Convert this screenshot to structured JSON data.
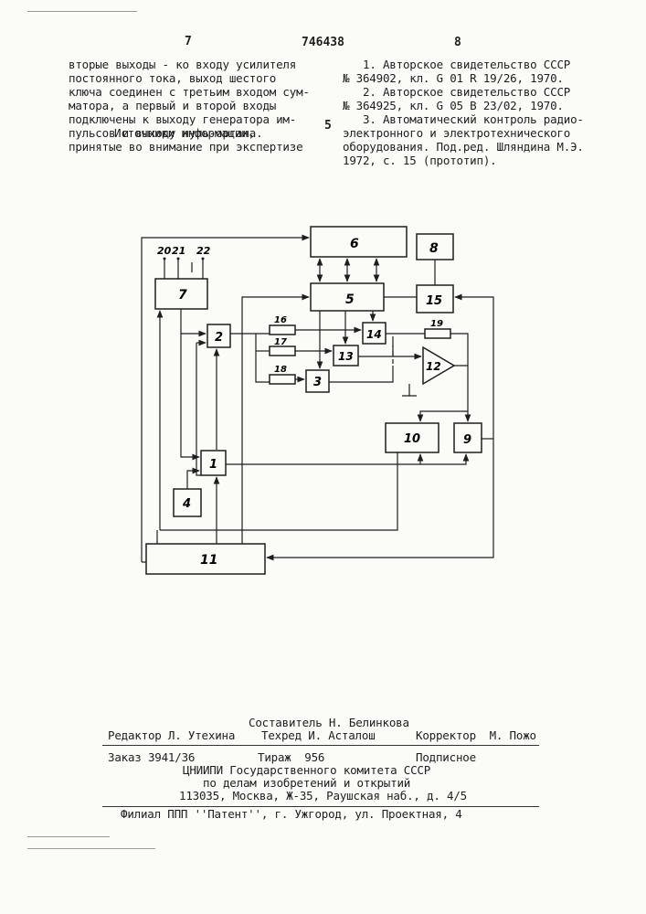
{
  "header": {
    "left_page": "7",
    "patent_number": "746438",
    "right_page": "8",
    "line_marker": "5"
  },
  "left_column": {
    "lines": [
      "вторые выходы - ко входу усилителя",
      "постоянного тока, выход шестого",
      "ключа соединен с третьим входом сум-",
      "матора, а первый и второй входы",
      "подключены к выходу генератора им-",
      "пульсов и выходу нуль-органа."
    ],
    "sources_title_line1": "Источники информации,",
    "sources_title_line2": "принятые во внимание при экспертизе"
  },
  "right_column": {
    "lines": [
      "1. Авторское свидетельство СССР",
      "№ 364902, кл. G 01 R 19/26, 1970.",
      "2. Авторское свидетельство СССР",
      "№ 364925, кл. G 05 B 23/02, 1970.",
      "3. Автоматический контроль радио-",
      "электронного и электротехнического",
      "оборудования. Под.ред. Шляндина М.Э.",
      "1972, с. 15 (прототип)."
    ]
  },
  "diagram": {
    "blocks": {
      "b1": "1",
      "b2": "2",
      "b3": "3",
      "b4": "4",
      "b5": "5",
      "b6": "6",
      "b7": "7",
      "b8": "8",
      "b9": "9",
      "b10": "10",
      "b11": "11",
      "b12": "12",
      "b13": "13",
      "b14": "14",
      "b15": "15"
    },
    "resistors": {
      "r16": "16",
      "r17": "17",
      "r18": "18",
      "r19": "19"
    },
    "terminals": {
      "t20": "20",
      "t21": "21",
      "t22": "22"
    }
  },
  "footer": {
    "compiler": "Составитель Н. Белинкова",
    "editor": "Редактор Л. Утехина",
    "techred": "Техред И. Асталош",
    "corrector": "Корректор  М. Пожо",
    "order": "Заказ 3941/36",
    "circulation": "Тираж  956",
    "subscription": "Подписное",
    "org1": "ЦНИИПИ Государственного комитета СССР",
    "org2": "по делам изобретений и открытий",
    "address": "113035, Москва, Ж-35, Раушская наб., д. 4/5",
    "branch": "Филиал ППП ''Патент'', г. Ужгород, ул. Проектная, 4"
  }
}
